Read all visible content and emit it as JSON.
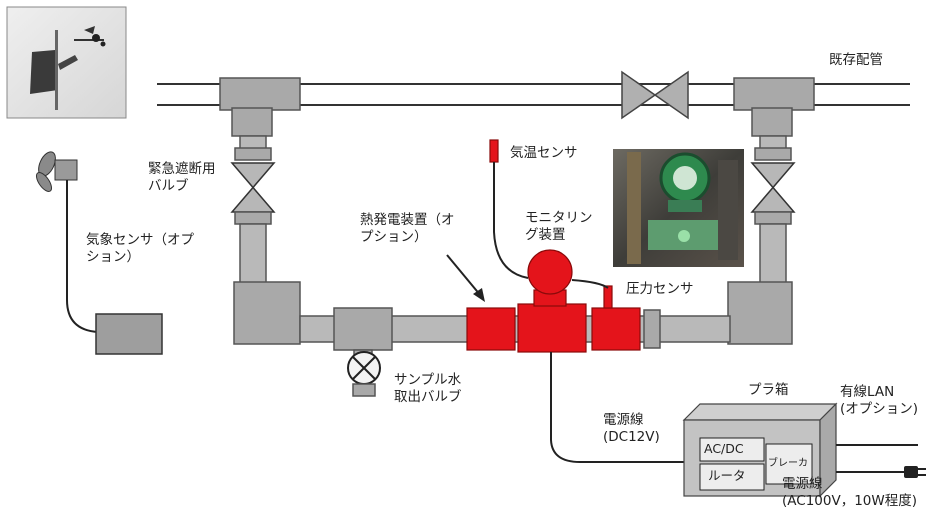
{
  "labels": {
    "existing_pipe": "既存配管",
    "emergency_valve": "緊急遮断用\nバルブ",
    "weather_sensor": "気象センサ（オプ\nション）",
    "temp_sensor": "気温センサ",
    "thermo_generator": "熱発電装置（オ\nプション）",
    "monitoring_device": "モニタリン\nグ装置",
    "pressure_sensor": "圧力センサ",
    "sample_valve": "サンプル水\n取出バルブ",
    "plastic_box": "プラ箱",
    "wired_lan": "有線LAN\n(オプション)",
    "power_line_dc": "電源線\n(DC12V)",
    "power_line_ac": "電源線\n(AC100V，10W程度)",
    "ac_dc": "AC/DC",
    "router": "ルータ",
    "breaker": "ブレーカ"
  }
}
